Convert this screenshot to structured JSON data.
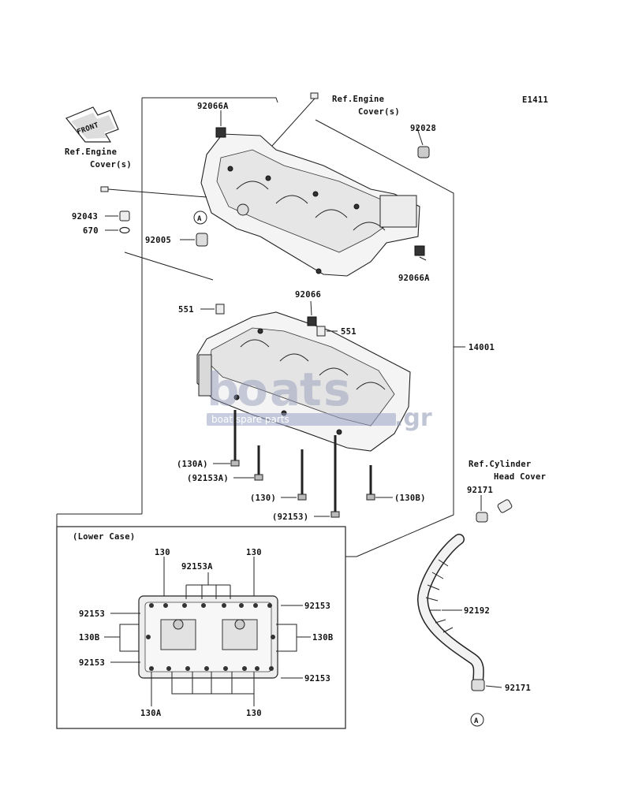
{
  "diagram_id": "E1411",
  "front_label": "FRONT",
  "ref_engine_cover_top": [
    "Ref.Engine",
    "Cover(s)"
  ],
  "ref_engine_cover_left": [
    "Ref.Engine",
    "Cover(s)"
  ],
  "ref_cylinder_head_cover": [
    "Ref.Cylinder",
    "Head Cover"
  ],
  "lower_case_title": "(Lower Case)",
  "callout_a": "A",
  "watermark": {
    "text": "boat spare parts",
    "suffix": ".gr"
  },
  "parts": {
    "p92066A_top": "92066A",
    "p92028": "92028",
    "p92043": "92043",
    "p670": "670",
    "p92005": "92005",
    "p92066A_right": "92066A",
    "p551_left": "551",
    "p92066": "92066",
    "p551_right": "551",
    "p14001": "14001",
    "p130A": "(130A)",
    "p92153A": "(92153A)",
    "p130": "(130)",
    "p130B": "(130B)",
    "p92153": "(92153)",
    "p92171_top": "92171",
    "p92192": "92192",
    "p92171_bottom": "92171"
  },
  "lower_case": {
    "l130_left": "130",
    "l130_right": "130",
    "l92153A": "92153A",
    "l92153_tl": "92153",
    "l92153_tr": "92153",
    "l130B_left": "130B",
    "l130B_right": "130B",
    "l92153_ml": "92153",
    "l92153_br": "92153",
    "l130A_bottom": "130A",
    "l130_bottom": "130"
  }
}
